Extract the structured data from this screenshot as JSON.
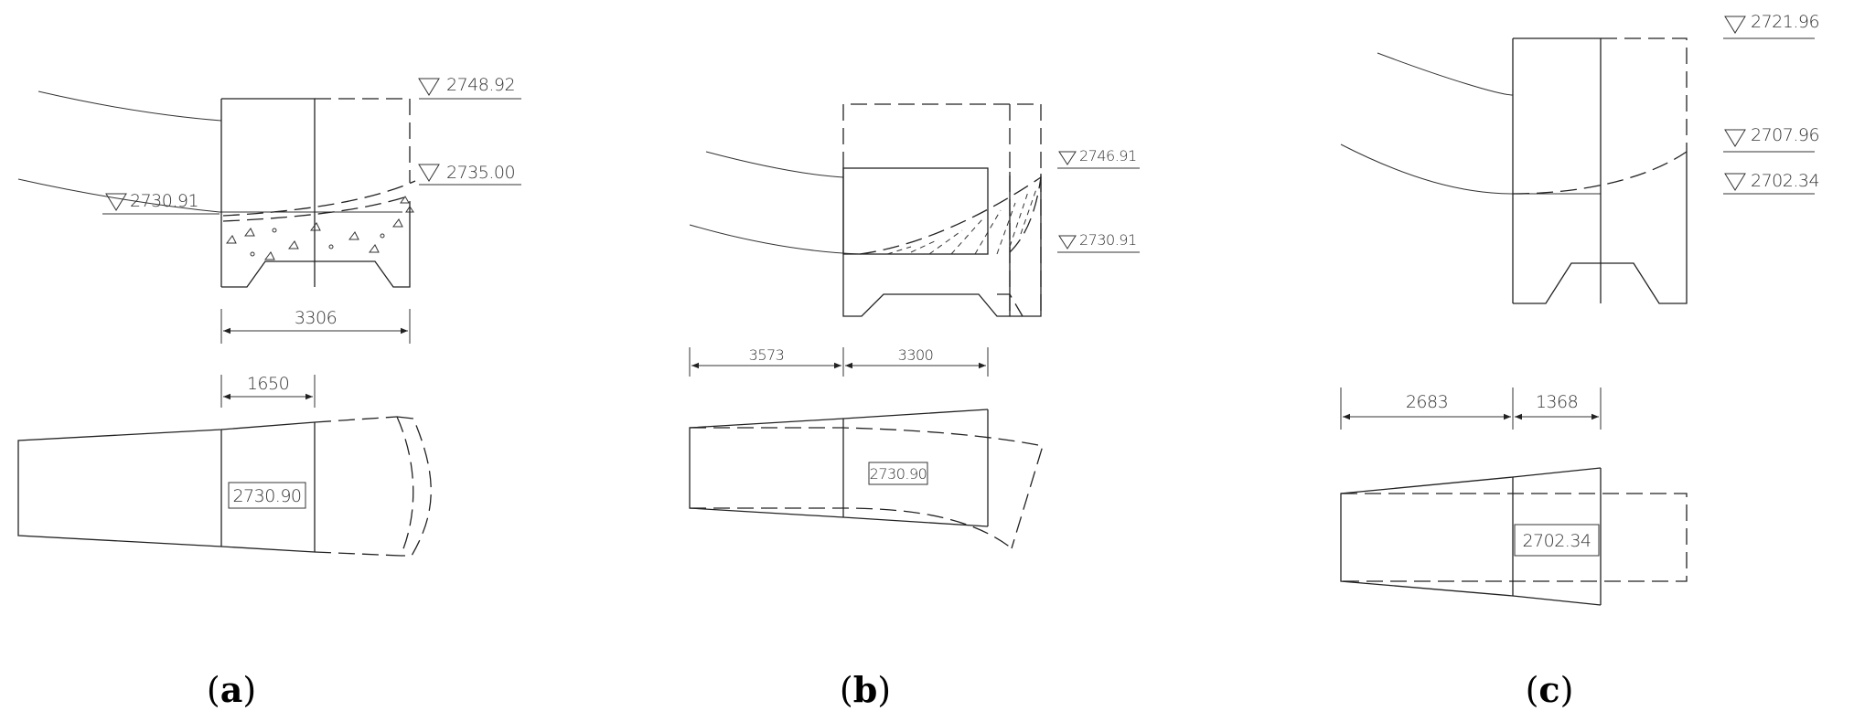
{
  "panel_a": {
    "levels": [
      "2748.92",
      "2735.00",
      "2730.91"
    ],
    "dims": [
      "3306",
      "1650"
    ],
    "plan_label": "2730.90",
    "caption_letter": "a"
  },
  "panel_b": {
    "levels": [
      "2746.91",
      "2730.91"
    ],
    "dims": [
      "3573",
      "3300"
    ],
    "plan_label": "2730.90",
    "caption_letter": "b"
  },
  "panel_c": {
    "levels": [
      "2721.96",
      "2707.96",
      "2702.34"
    ],
    "dims": [
      "2683",
      "1368"
    ],
    "plan_label": "2702.34",
    "caption_letter": "c"
  },
  "caption_open": "(",
  "caption_close": ")"
}
